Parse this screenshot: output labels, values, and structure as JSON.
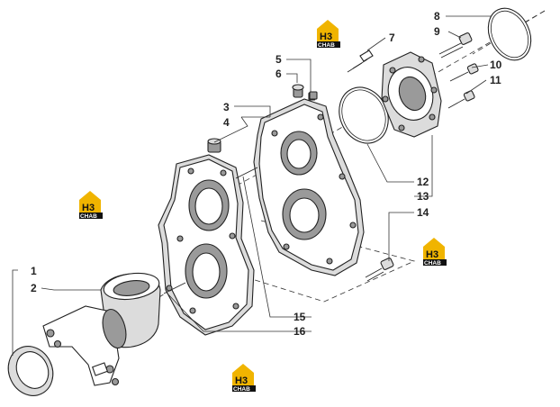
{
  "callouts": {
    "c1": "1",
    "c2": "2",
    "c3": "3",
    "c4": "4",
    "c5": "5",
    "c6": "6",
    "c7": "7",
    "c8": "8",
    "c9": "9",
    "c10": "10",
    "c11": "11",
    "c12": "12",
    "c13": "13",
    "c14": "14",
    "c15": "15",
    "c16": "16"
  },
  "watermark": {
    "mark": "H3",
    "word": "CHAB",
    "color_yellow": "#f0b400",
    "color_black": "#111111"
  },
  "colors": {
    "line": "#222222",
    "fill_light": "#dcdcdc",
    "fill_dark": "#9a9a9a"
  }
}
